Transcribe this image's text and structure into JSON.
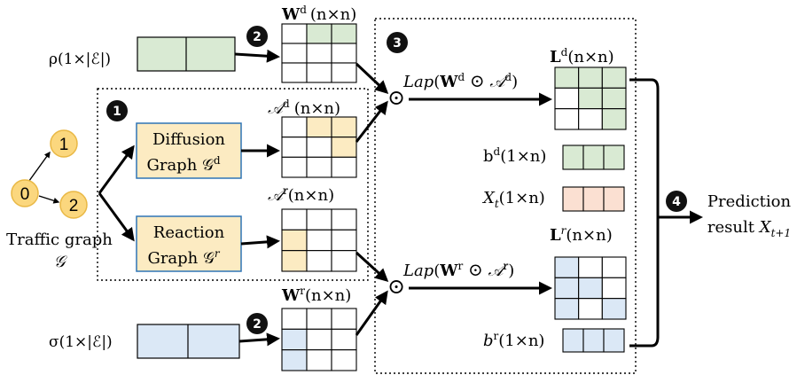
{
  "colors": {
    "green": "#d9ead3",
    "yellow": "#fcebc2",
    "blue": "#dbe8f6",
    "orange": "#fbe0d2",
    "node_fill": "#fbd77e",
    "node_stroke": "#e9b844",
    "graph_box_stroke": "#2e75b6"
  },
  "badges": [
    "1",
    "2",
    "3",
    "4"
  ],
  "traffic_graph": {
    "node_labels": [
      "0",
      "1",
      "2"
    ],
    "label": "Traffic graph",
    "symbol": "𝒢"
  },
  "inputs": {
    "rho": "ρ(1×|ℰ|)",
    "sigma": "σ(1×|ℰ|)"
  },
  "graphs": {
    "diffusion_line1": "Diffusion",
    "diffusion_line2": "Graph 𝒢",
    "diffusion_sup": "d",
    "reaction_line1": "Reaction",
    "reaction_line2": "Graph 𝒢",
    "reaction_sup": "r"
  },
  "matrices": {
    "wd": {
      "base": "W",
      "sup": "d",
      "dim": "(n×n)"
    },
    "ad": {
      "base": "𝒜",
      "sup": "d",
      "dim": "(n×n)"
    },
    "ar": {
      "base": "𝒜",
      "sup": "r",
      "dim": "(n×n)"
    },
    "wr": {
      "base": "W",
      "sup": "r",
      "dim": "(n×n)"
    },
    "ld": {
      "base": "L",
      "sup": "d",
      "dim": "(n×n)"
    },
    "lr": {
      "base": "L",
      "sup": "r",
      "dim": "(n×n)"
    }
  },
  "operators": {
    "odot": "⊙",
    "lap_d": {
      "lap": "Lap",
      "w": "W",
      "w_sup": "d",
      "a": "𝒜",
      "a_sup": "d"
    },
    "lap_r": {
      "lap": "Lap",
      "w": "W",
      "w_sup": "r",
      "a": "𝒜",
      "a_sup": "r"
    }
  },
  "vectors": {
    "bd": {
      "base": "b",
      "sup": "d",
      "dim": "(1×n)"
    },
    "xt": {
      "base": "X",
      "sub": "t",
      "dim": "(1×n)"
    },
    "br": {
      "base": "b",
      "sup": "r",
      "dim": "(1×n)"
    }
  },
  "output": {
    "line1": "Prediction",
    "line2": "result ",
    "symbol": "X",
    "sub": "t+1"
  }
}
